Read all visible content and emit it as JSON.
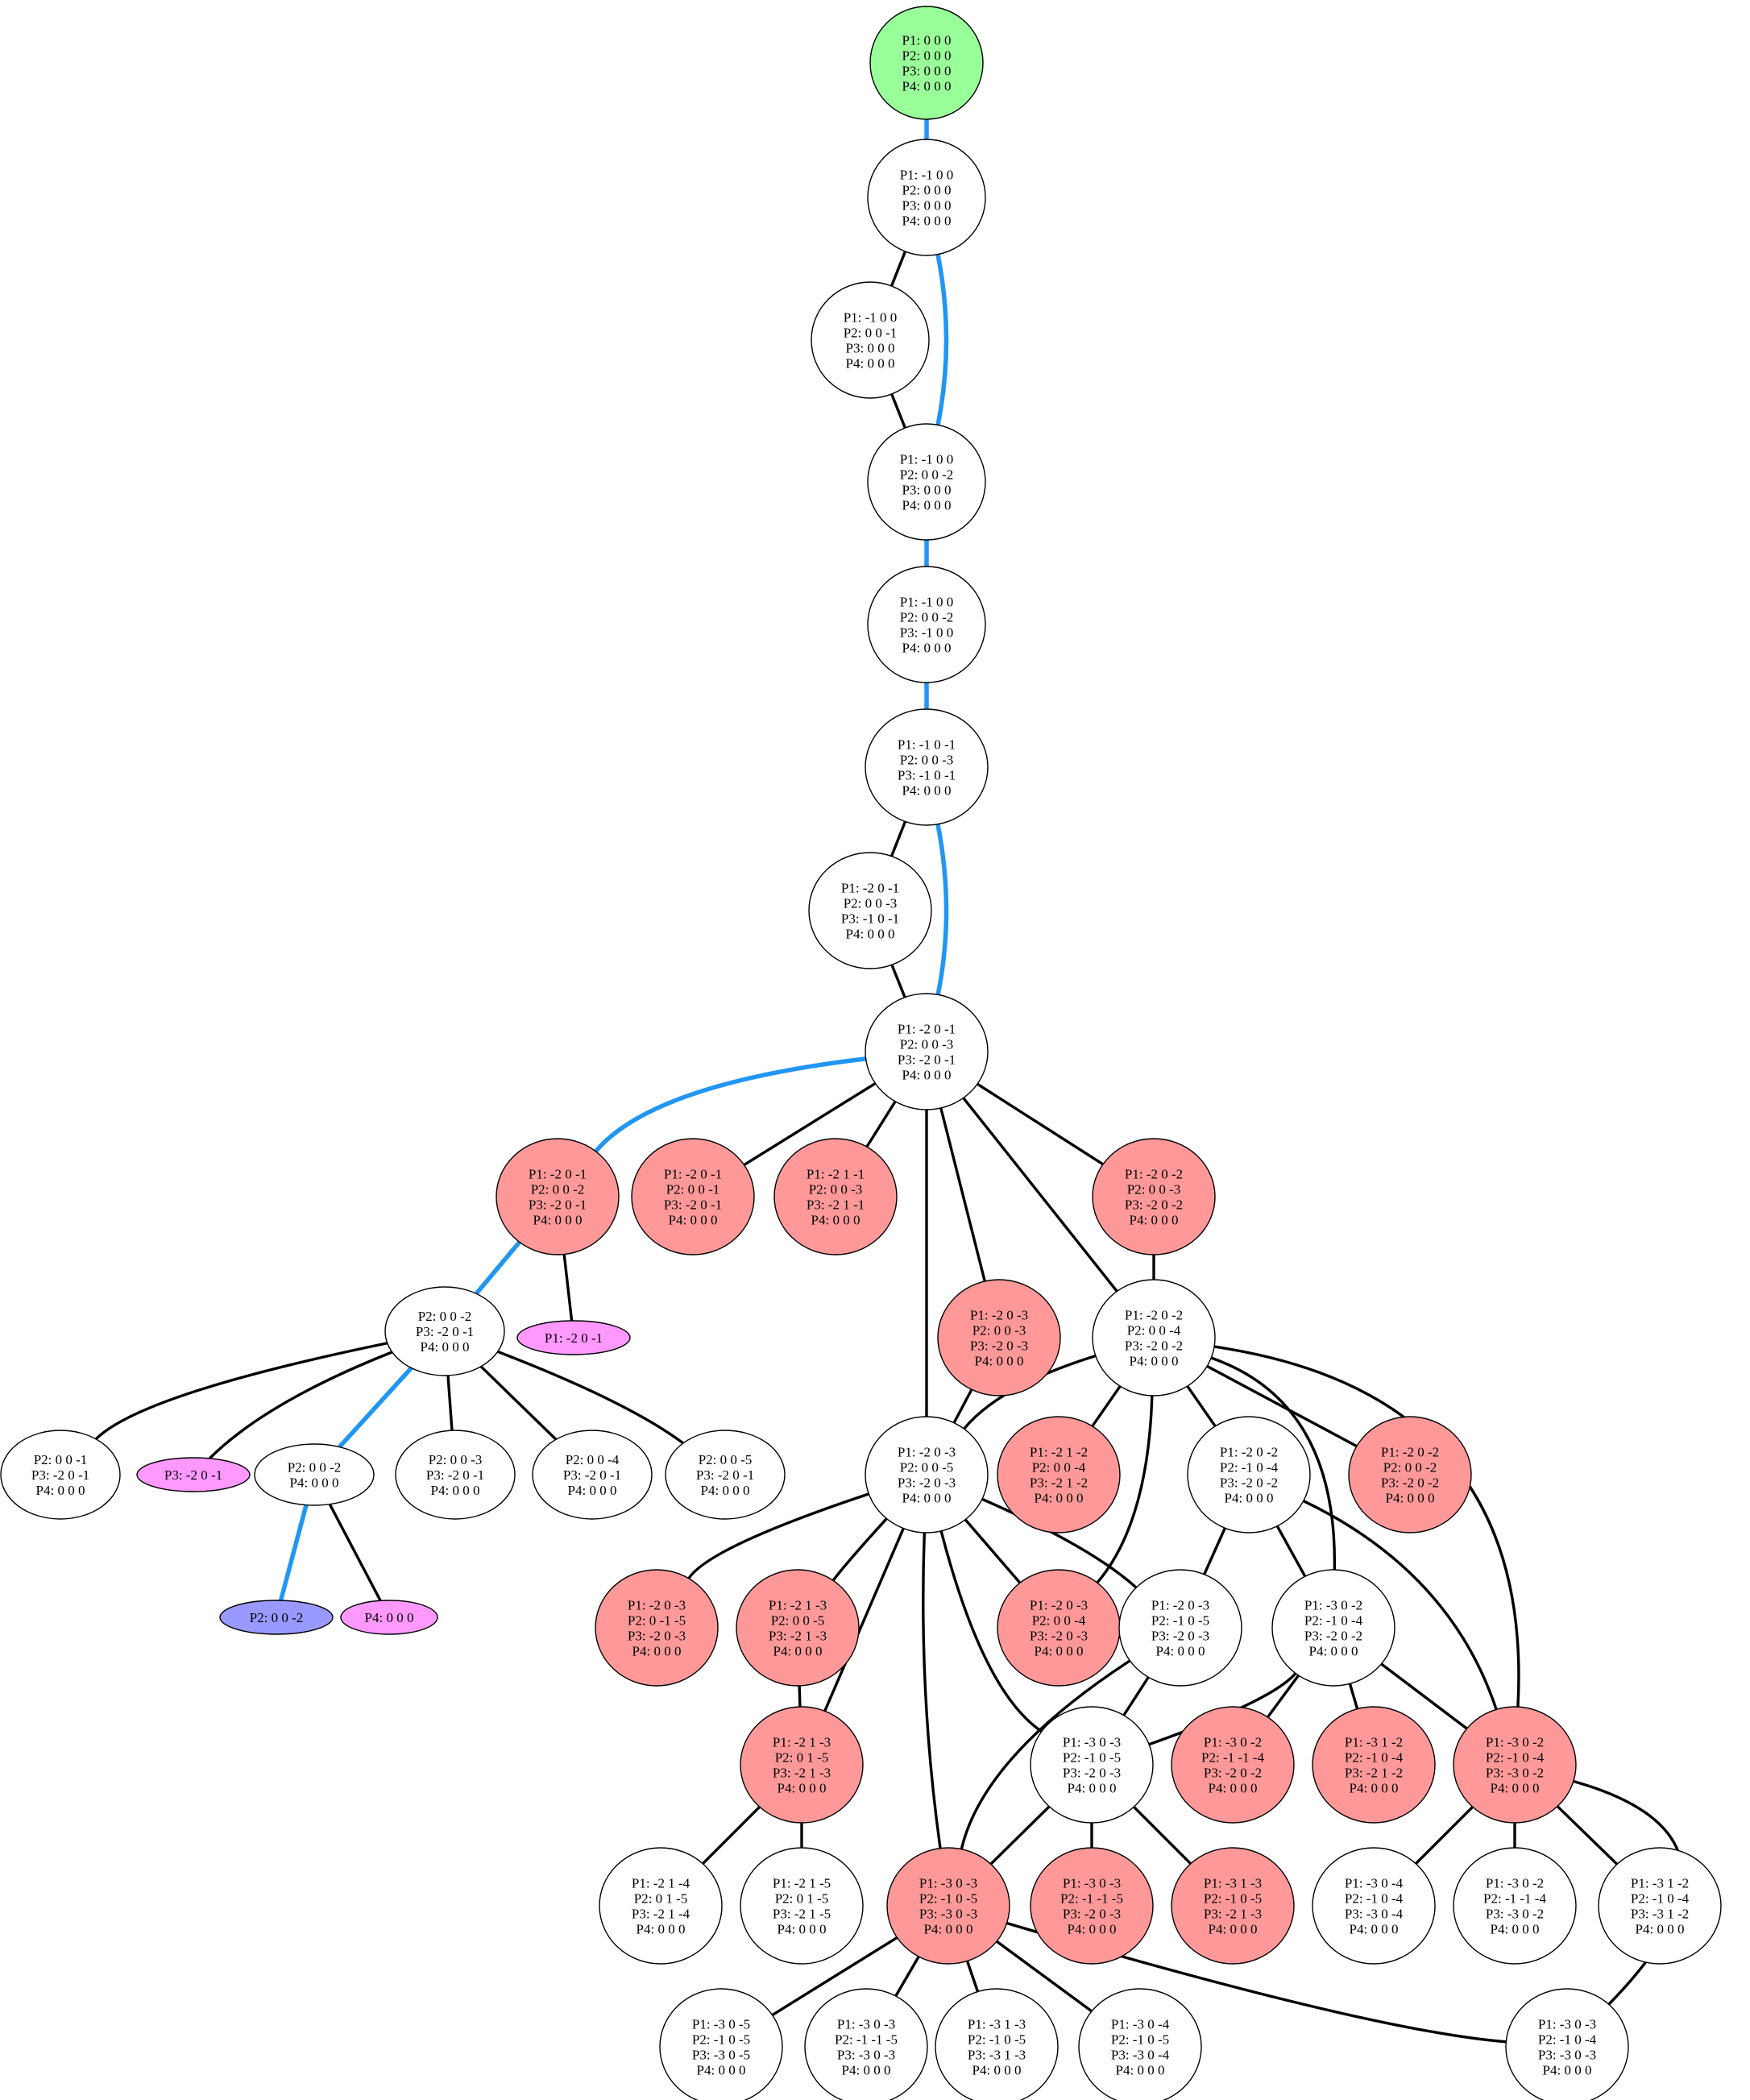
{
  "colors": {
    "root": "#99ff99",
    "dead_end": "#ff9999",
    "leaf": "#ff99ff",
    "goal": "#9999ff",
    "default": "#ffffff",
    "path_edge": "#2196f3",
    "edge": "#000000"
  },
  "nodes": [
    {
      "id": "n0",
      "style": "root",
      "lines": [
        "P1: 0 0 0",
        "P2: 0 0 0",
        "P3: 0 0 0",
        "P4: 0 0 0"
      ]
    },
    {
      "id": "n1",
      "style": "default",
      "lines": [
        "P1: -1 0 0",
        "P2: 0 0 0",
        "P3: 0 0 0",
        "P4: 0 0 0"
      ]
    },
    {
      "id": "n2",
      "style": "default",
      "lines": [
        "P1: -1 0 0",
        "P2: 0 0 -1",
        "P3: 0 0 0",
        "P4: 0 0 0"
      ]
    },
    {
      "id": "n3",
      "style": "default",
      "lines": [
        "P1: -1 0 0",
        "P2: 0 0 -2",
        "P3: 0 0 0",
        "P4: 0 0 0"
      ]
    },
    {
      "id": "n4",
      "style": "default",
      "lines": [
        "P1: -1 0 0",
        "P2: 0 0 -2",
        "P3: -1 0 0",
        "P4: 0 0 0"
      ]
    },
    {
      "id": "n5",
      "style": "default",
      "lines": [
        "P1: -1 0 -1",
        "P2: 0 0 -3",
        "P3: -1 0 -1",
        "P4: 0 0 0"
      ]
    },
    {
      "id": "n6",
      "style": "default",
      "lines": [
        "P1: -2 0 -1",
        "P2: 0 0 -3",
        "P3: -1 0 -1",
        "P4: 0 0 0"
      ]
    },
    {
      "id": "n7",
      "style": "default",
      "lines": [
        "P1: -2 0 -1",
        "P2: 0 0 -3",
        "P3: -2 0 -1",
        "P4: 0 0 0"
      ]
    },
    {
      "id": "n8",
      "style": "dead_end",
      "lines": [
        "P1: -2 0 -1",
        "P2: 0 0 -2",
        "P3: -2 0 -1",
        "P4: 0 0 0"
      ]
    },
    {
      "id": "n9",
      "style": "dead_end",
      "lines": [
        "P1: -2 0 -1",
        "P2: 0 0 -1",
        "P3: -2 0 -1",
        "P4: 0 0 0"
      ]
    },
    {
      "id": "n10",
      "style": "dead_end",
      "lines": [
        "P1: -2 1 -1",
        "P2: 0 0 -3",
        "P3: -2 1 -1",
        "P4: 0 0 0"
      ]
    },
    {
      "id": "n11",
      "style": "dead_end",
      "lines": [
        "P1: -2 0 -2",
        "P2: 0 0 -3",
        "P3: -2 0 -2",
        "P4: 0 0 0"
      ]
    },
    {
      "id": "n12",
      "style": "default",
      "lines": [
        "P2: 0 0 -2",
        "P3: -2 0 -1",
        "P4: 0 0 0"
      ]
    },
    {
      "id": "n13",
      "style": "leaf",
      "lines": [
        "P1: -2 0 -1"
      ]
    },
    {
      "id": "n14",
      "style": "dead_end",
      "lines": [
        "P1: -2 0 -3",
        "P2: 0 0 -3",
        "P3: -2 0 -3",
        "P4: 0 0 0"
      ]
    },
    {
      "id": "n15",
      "style": "default",
      "lines": [
        "P1: -2 0 -2",
        "P2: 0 0 -4",
        "P3: -2 0 -2",
        "P4: 0 0 0"
      ]
    },
    {
      "id": "n16",
      "style": "default",
      "lines": [
        "P2: 0 0 -1",
        "P3: -2 0 -1",
        "P4: 0 0 0"
      ]
    },
    {
      "id": "n17",
      "style": "leaf",
      "lines": [
        "P3: -2 0 -1"
      ]
    },
    {
      "id": "n18",
      "style": "default",
      "lines": [
        "P2: 0 0 -2",
        "P4: 0 0 0"
      ]
    },
    {
      "id": "n19",
      "style": "default",
      "lines": [
        "P2: 0 0 -3",
        "P3: -2 0 -1",
        "P4: 0 0 0"
      ]
    },
    {
      "id": "n20",
      "style": "default",
      "lines": [
        "P2: 0 0 -4",
        "P3: -2 0 -1",
        "P4: 0 0 0"
      ]
    },
    {
      "id": "n21",
      "style": "default",
      "lines": [
        "P2: 0 0 -5",
        "P3: -2 0 -1",
        "P4: 0 0 0"
      ]
    },
    {
      "id": "n22",
      "style": "default",
      "lines": [
        "P1: -2 0 -3",
        "P2: 0 0 -5",
        "P3: -2 0 -3",
        "P4: 0 0 0"
      ]
    },
    {
      "id": "n23",
      "style": "dead_end",
      "lines": [
        "P1: -2 1 -2",
        "P2: 0 0 -4",
        "P3: -2 1 -2",
        "P4: 0 0 0"
      ]
    },
    {
      "id": "n24",
      "style": "default",
      "lines": [
        "P1: -2 0 -2",
        "P2: -1 0 -4",
        "P3: -2 0 -2",
        "P4: 0 0 0"
      ]
    },
    {
      "id": "n25",
      "style": "dead_end",
      "lines": [
        "P1: -2 0 -2",
        "P2: 0 0 -2",
        "P3: -2 0 -2",
        "P4: 0 0 0"
      ]
    },
    {
      "id": "n26",
      "style": "goal",
      "lines": [
        "P2: 0 0 -2"
      ]
    },
    {
      "id": "n27",
      "style": "leaf",
      "lines": [
        "P4: 0 0 0"
      ]
    },
    {
      "id": "n28",
      "style": "dead_end",
      "lines": [
        "P1: -2 0 -3",
        "P2: 0 -1 -5",
        "P3: -2 0 -3",
        "P4: 0 0 0"
      ]
    },
    {
      "id": "n29",
      "style": "dead_end",
      "lines": [
        "P1: -2 1 -3",
        "P2: 0 0 -5",
        "P3: -2 1 -3",
        "P4: 0 0 0"
      ]
    },
    {
      "id": "n30",
      "style": "dead_end",
      "lines": [
        "P1: -2 0 -3",
        "P2: 0 0 -4",
        "P3: -2 0 -3",
        "P4: 0 0 0"
      ]
    },
    {
      "id": "n31",
      "style": "default",
      "lines": [
        "P1: -2 0 -3",
        "P2: -1 0 -5",
        "P3: -2 0 -3",
        "P4: 0 0 0"
      ]
    },
    {
      "id": "n32",
      "style": "default",
      "lines": [
        "P1: -3 0 -2",
        "P2: -1 0 -4",
        "P3: -2 0 -2",
        "P4: 0 0 0"
      ]
    },
    {
      "id": "n33",
      "style": "dead_end",
      "lines": [
        "P1: -2 1 -3",
        "P2: 0 1 -5",
        "P3: -2 1 -3",
        "P4: 0 0 0"
      ]
    },
    {
      "id": "n34",
      "style": "default",
      "lines": [
        "P1: -3 0 -3",
        "P2: -1 0 -5",
        "P3: -2 0 -3",
        "P4: 0 0 0"
      ]
    },
    {
      "id": "n35",
      "style": "dead_end",
      "lines": [
        "P1: -3 0 -2",
        "P2: -1 -1 -4",
        "P3: -2 0 -2",
        "P4: 0 0 0"
      ]
    },
    {
      "id": "n36",
      "style": "dead_end",
      "lines": [
        "P1: -3 1 -2",
        "P2: -1 0 -4",
        "P3: -2 1 -2",
        "P4: 0 0 0"
      ]
    },
    {
      "id": "n37",
      "style": "dead_end",
      "lines": [
        "P1: -3 0 -2",
        "P2: -1 0 -4",
        "P3: -3 0 -2",
        "P4: 0 0 0"
      ]
    },
    {
      "id": "n38",
      "style": "default",
      "lines": [
        "P1: -2 1 -4",
        "P2: 0 1 -5",
        "P3: -2 1 -4",
        "P4: 0 0 0"
      ]
    },
    {
      "id": "n39",
      "style": "default",
      "lines": [
        "P1: -2 1 -5",
        "P2: 0 1 -5",
        "P3: -2 1 -5",
        "P4: 0 0 0"
      ]
    },
    {
      "id": "n40",
      "style": "dead_end",
      "lines": [
        "P1: -3 0 -3",
        "P2: -1 0 -5",
        "P3: -3 0 -3",
        "P4: 0 0 0"
      ]
    },
    {
      "id": "n41",
      "style": "dead_end",
      "lines": [
        "P1: -3 0 -3",
        "P2: -1 -1 -5",
        "P3: -2 0 -3",
        "P4: 0 0 0"
      ]
    },
    {
      "id": "n42",
      "style": "dead_end",
      "lines": [
        "P1: -3 1 -3",
        "P2: -1 0 -5",
        "P3: -2 1 -3",
        "P4: 0 0 0"
      ]
    },
    {
      "id": "n43",
      "style": "default",
      "lines": [
        "P1: -3 0 -4",
        "P2: -1 0 -4",
        "P3: -3 0 -4",
        "P4: 0 0 0"
      ]
    },
    {
      "id": "n44",
      "style": "default",
      "lines": [
        "P1: -3 0 -2",
        "P2: -1 -1 -4",
        "P3: -3 0 -2",
        "P4: 0 0 0"
      ]
    },
    {
      "id": "n45",
      "style": "default",
      "lines": [
        "P1: -3 1 -2",
        "P2: -1 0 -4",
        "P3: -3 1 -2",
        "P4: 0 0 0"
      ]
    },
    {
      "id": "n46",
      "style": "default",
      "lines": [
        "P1: -3 0 -5",
        "P2: -1 0 -5",
        "P3: -3 0 -5",
        "P4: 0 0 0"
      ]
    },
    {
      "id": "n47",
      "style": "default",
      "lines": [
        "P1: -3 0 -3",
        "P2: -1 -1 -5",
        "P3: -3 0 -3",
        "P4: 0 0 0"
      ]
    },
    {
      "id": "n48",
      "style": "default",
      "lines": [
        "P1: -3 1 -3",
        "P2: -1 0 -5",
        "P3: -3 1 -3",
        "P4: 0 0 0"
      ]
    },
    {
      "id": "n49",
      "style": "default",
      "lines": [
        "P1: -3 0 -4",
        "P2: -1 0 -5",
        "P3: -3 0 -4",
        "P4: 0 0 0"
      ]
    },
    {
      "id": "n50",
      "style": "default",
      "lines": [
        "P1: -3 0 -3",
        "P2: -1 0 -4",
        "P3: -3 0 -3",
        "P4: 0 0 0"
      ]
    }
  ],
  "edges": [
    {
      "from": "n0",
      "to": "n1",
      "path": true
    },
    {
      "from": "n1",
      "to": "n2",
      "path": false
    },
    {
      "from": "n1",
      "to": "n3",
      "path": true
    },
    {
      "from": "n2",
      "to": "n3",
      "path": false
    },
    {
      "from": "n3",
      "to": "n4",
      "path": true
    },
    {
      "from": "n4",
      "to": "n5",
      "path": true
    },
    {
      "from": "n5",
      "to": "n6",
      "path": false
    },
    {
      "from": "n5",
      "to": "n7",
      "path": true
    },
    {
      "from": "n6",
      "to": "n7",
      "path": false
    },
    {
      "from": "n7",
      "to": "n8",
      "path": true
    },
    {
      "from": "n7",
      "to": "n9",
      "path": false
    },
    {
      "from": "n7",
      "to": "n10",
      "path": false
    },
    {
      "from": "n7",
      "to": "n11",
      "path": false
    },
    {
      "from": "n7",
      "to": "n14",
      "path": false
    },
    {
      "from": "n7",
      "to": "n15",
      "path": false
    },
    {
      "from": "n7",
      "to": "n22",
      "path": false
    },
    {
      "from": "n8",
      "to": "n12",
      "path": true
    },
    {
      "from": "n8",
      "to": "n13",
      "path": false
    },
    {
      "from": "n11",
      "to": "n15",
      "path": false
    },
    {
      "from": "n12",
      "to": "n16",
      "path": false
    },
    {
      "from": "n12",
      "to": "n17",
      "path": false
    },
    {
      "from": "n12",
      "to": "n18",
      "path": true
    },
    {
      "from": "n12",
      "to": "n19",
      "path": false
    },
    {
      "from": "n12",
      "to": "n20",
      "path": false
    },
    {
      "from": "n12",
      "to": "n21",
      "path": false
    },
    {
      "from": "n14",
      "to": "n22",
      "path": false
    },
    {
      "from": "n15",
      "to": "n22",
      "path": false
    },
    {
      "from": "n15",
      "to": "n23",
      "path": false
    },
    {
      "from": "n15",
      "to": "n24",
      "path": false
    },
    {
      "from": "n15",
      "to": "n25",
      "path": false
    },
    {
      "from": "n15",
      "to": "n30",
      "path": false
    },
    {
      "from": "n15",
      "to": "n32",
      "path": false
    },
    {
      "from": "n15",
      "to": "n37",
      "path": false
    },
    {
      "from": "n18",
      "to": "n26",
      "path": true
    },
    {
      "from": "n18",
      "to": "n27",
      "path": false
    },
    {
      "from": "n22",
      "to": "n28",
      "path": false
    },
    {
      "from": "n22",
      "to": "n29",
      "path": false
    },
    {
      "from": "n22",
      "to": "n30",
      "path": false
    },
    {
      "from": "n22",
      "to": "n31",
      "path": false
    },
    {
      "from": "n22",
      "to": "n33",
      "path": false
    },
    {
      "from": "n22",
      "to": "n34",
      "path": false
    },
    {
      "from": "n22",
      "to": "n40",
      "path": false
    },
    {
      "from": "n24",
      "to": "n31",
      "path": false
    },
    {
      "from": "n24",
      "to": "n32",
      "path": false
    },
    {
      "from": "n24",
      "to": "n37",
      "path": false
    },
    {
      "from": "n29",
      "to": "n33",
      "path": false
    },
    {
      "from": "n31",
      "to": "n34",
      "path": false
    },
    {
      "from": "n31",
      "to": "n40",
      "path": false
    },
    {
      "from": "n32",
      "to": "n34",
      "path": false
    },
    {
      "from": "n32",
      "to": "n35",
      "path": false
    },
    {
      "from": "n32",
      "to": "n36",
      "path": false
    },
    {
      "from": "n32",
      "to": "n37",
      "path": false
    },
    {
      "from": "n33",
      "to": "n38",
      "path": false
    },
    {
      "from": "n33",
      "to": "n39",
      "path": false
    },
    {
      "from": "n34",
      "to": "n40",
      "path": false
    },
    {
      "from": "n34",
      "to": "n41",
      "path": false
    },
    {
      "from": "n34",
      "to": "n42",
      "path": false
    },
    {
      "from": "n37",
      "to": "n43",
      "path": false
    },
    {
      "from": "n37",
      "to": "n44",
      "path": false
    },
    {
      "from": "n37",
      "to": "n45",
      "path": false
    },
    {
      "from": "n37",
      "to": "n50",
      "path": false
    },
    {
      "from": "n40",
      "to": "n46",
      "path": false
    },
    {
      "from": "n40",
      "to": "n47",
      "path": false
    },
    {
      "from": "n40",
      "to": "n48",
      "path": false
    },
    {
      "from": "n40",
      "to": "n49",
      "path": false
    },
    {
      "from": "n40",
      "to": "n50",
      "path": false
    }
  ]
}
